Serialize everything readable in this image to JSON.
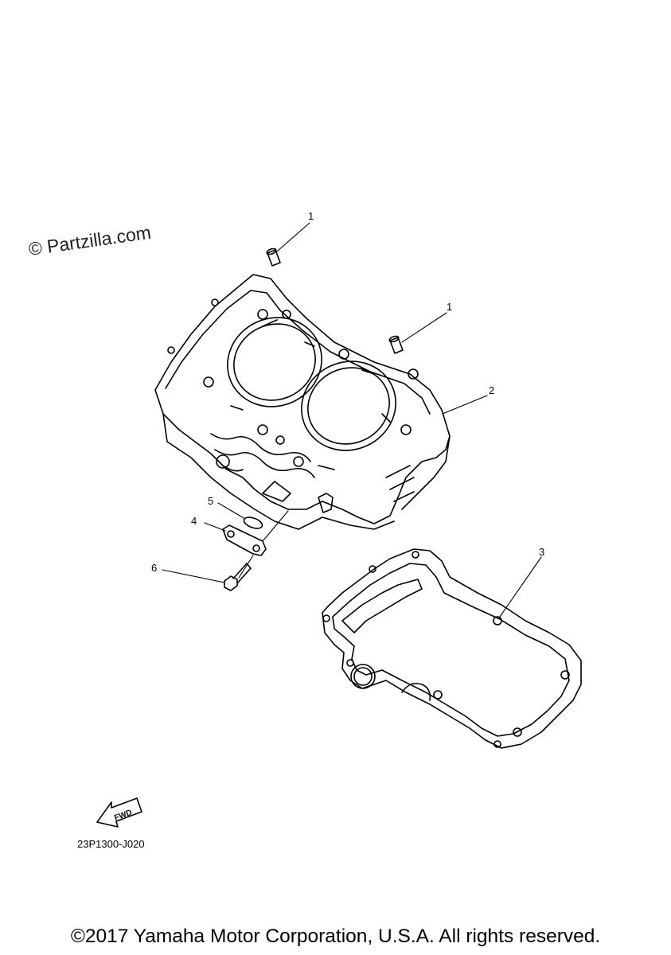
{
  "watermark": "© Partzilla.com",
  "callouts": {
    "c1a": "1",
    "c1b": "1",
    "c2": "2",
    "c3": "3",
    "c4": "4",
    "c5": "5",
    "c6": "6"
  },
  "fwd_label": "FWD",
  "diagram_code": "23P1300-J020",
  "copyright": "©2017 Yamaha Motor Corporation, U.S.A. All rights reserved."
}
